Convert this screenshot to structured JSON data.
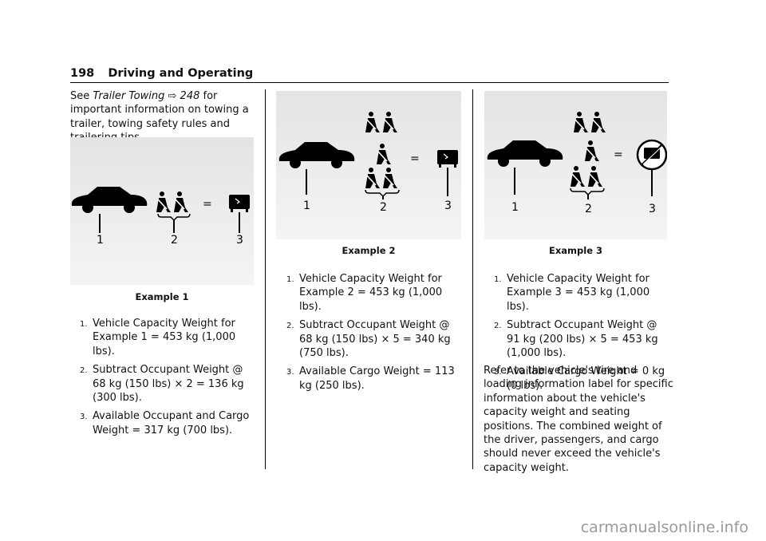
{
  "header": {
    "page_number": "198",
    "section": "Driving and Operating"
  },
  "intro": {
    "see": "See",
    "link_text": "Trailer Towing",
    "arrow": "⇨",
    "link_page": "248",
    "rest": "for important information on towing a trailer, towing safety rules and trailering tips."
  },
  "figure_labels": {
    "one": "1",
    "two": "2",
    "three": "3"
  },
  "example1": {
    "caption": "Example 1",
    "items": [
      {
        "num": "1.",
        "text": "Vehicle Capacity Weight for Example 1 = 453 kg (1,000 lbs)."
      },
      {
        "num": "2.",
        "text": "Subtract Occupant Weight @ 68 kg (150 lbs) × 2 = 136 kg (300 lbs)."
      },
      {
        "num": "3.",
        "text": "Available Occupant and Cargo Weight = 317 kg (700 lbs)."
      }
    ]
  },
  "example2": {
    "caption": "Example 2",
    "items": [
      {
        "num": "1.",
        "text": "Vehicle Capacity Weight for Example 2 = 453 kg (1,000 lbs)."
      },
      {
        "num": "2.",
        "text": "Subtract Occupant Weight @ 68 kg (150 lbs) × 5 = 340 kg (750 lbs)."
      },
      {
        "num": "3.",
        "text": "Available Cargo Weight = 113 kg (250 lbs)."
      }
    ]
  },
  "example3": {
    "caption": "Example 3",
    "items": [
      {
        "num": "1.",
        "text": "Vehicle Capacity Weight for Example 3 = 453 kg (1,000 lbs)."
      },
      {
        "num": "2.",
        "text": "Subtract Occupant Weight @ 91 kg (200 lbs) × 5 = 453 kg (1,000 lbs)."
      },
      {
        "num": "3.",
        "text": "Available Cargo Weight = 0 kg (0 lbs)."
      }
    ]
  },
  "closing": "Refer to the vehicle's tire and loading information label for specific information about the vehicle's capacity weight and seating positions. The combined weight of the driver, passengers, and cargo should never exceed the vehicle's capacity weight.",
  "watermark": "carmanualsonline.info"
}
